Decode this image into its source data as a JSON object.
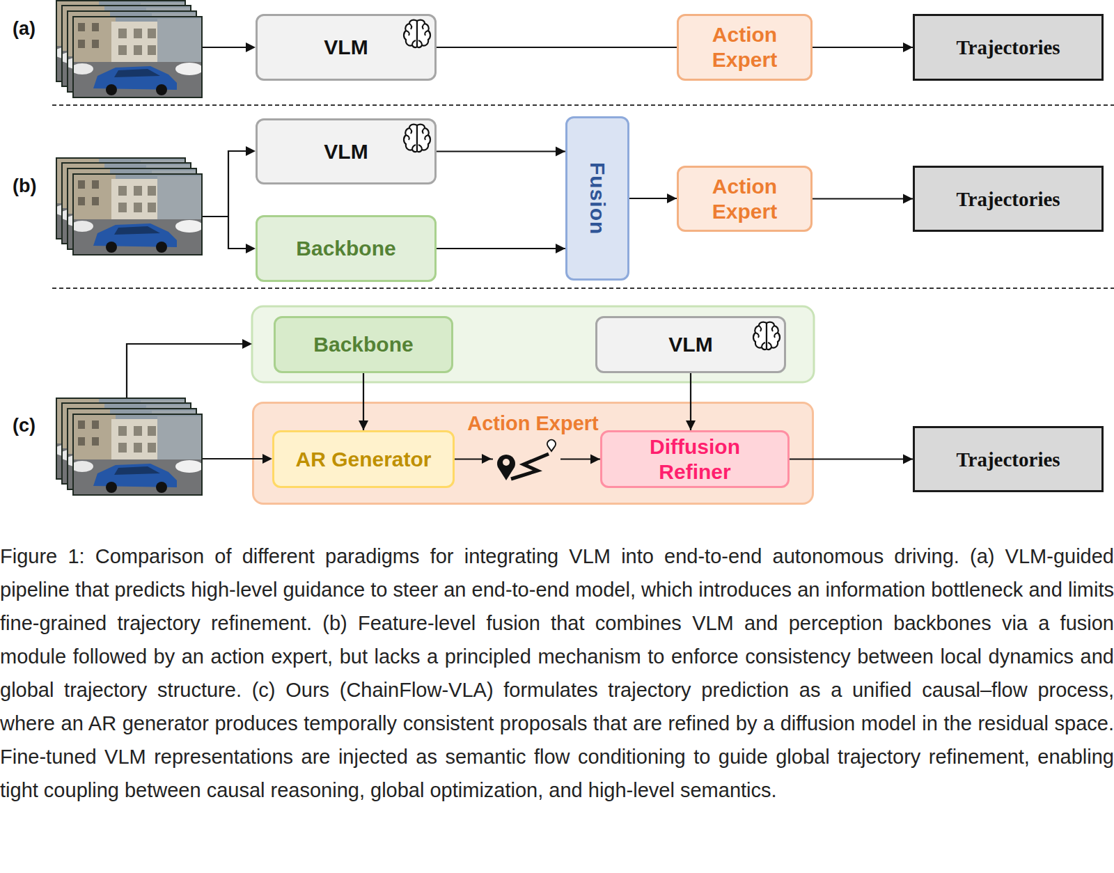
{
  "diagram": {
    "caption": "Figure 1: Comparison of different paradigms for integrating VLM into end-to-end autonomous driving. (a) VLM-guided pipeline that predicts high-level guidance to steer an end-to-end model, which introduces an information bottleneck and limits fine-grained trajectory refinement. (b) Feature-level fusion that combines VLM and perception backbones via a fusion module followed by an action expert, but lacks a principled mechanism to enforce consistency between local dynamics and global trajectory structure. (c) Ours (ChainFlow-VLA) formulates trajectory prediction as a unified causal–flow process, where an AR generator produces temporally consistent proposals that are refined by a diffusion model in the residual space. Fine-tuned VLM representations are injected as semantic flow conditioning to guide global trajectory refinement, enabling tight coupling between causal reasoning, global optimization, and high-level semantics.",
    "nodes": [
      {
        "text": [
          "VLM"
        ]
      },
      {
        "text": [
          "Action Expert"
        ]
      },
      {
        "text": [
          "Trajectories"
        ]
      },
      {
        "text": [
          "VLM"
        ]
      },
      {
        "text": [
          "Backbone"
        ]
      },
      {
        "text": [
          "Fusion"
        ]
      },
      {
        "text": [
          "Action Expert"
        ]
      },
      {
        "text": [
          "Trajectories"
        ]
      },
      {
        "text": [
          "Backbone"
        ]
      },
      {
        "text": [
          "VLM"
        ]
      },
      {
        "text": [
          "Action Expert"
        ]
      },
      {
        "text": [
          "AR Generator"
        ],
        "in": 10
      },
      {
        "text": [
          "Diffusion Refiner"
        ],
        "in": 10
      },
      {
        "text": [
          "Trajectories"
        ]
      }
    ],
    "edges": [
      {
        "from": 0,
        "to": 1,
        "arrow": "none"
      },
      {
        "from": 1,
        "to": 2,
        "arrow": "to"
      },
      {
        "from": 3,
        "to": 5,
        "arrow": "to"
      },
      {
        "from": 4,
        "to": 5,
        "arrow": "to"
      },
      {
        "from": 5,
        "to": 6,
        "arrow": "to"
      },
      {
        "from": 6,
        "to": 7,
        "arrow": "to"
      },
      {
        "from": 8,
        "to": 11,
        "arrow": "to"
      },
      {
        "from": 9,
        "to": 12,
        "arrow": "to"
      },
      {
        "from": 11,
        "to": 12,
        "arrow": "to"
      },
      {
        "from": 12,
        "to": 13,
        "arrow": "to"
      }
    ],
    "labels": [
      "(a)",
      "(b)",
      "(c)"
    ]
  }
}
